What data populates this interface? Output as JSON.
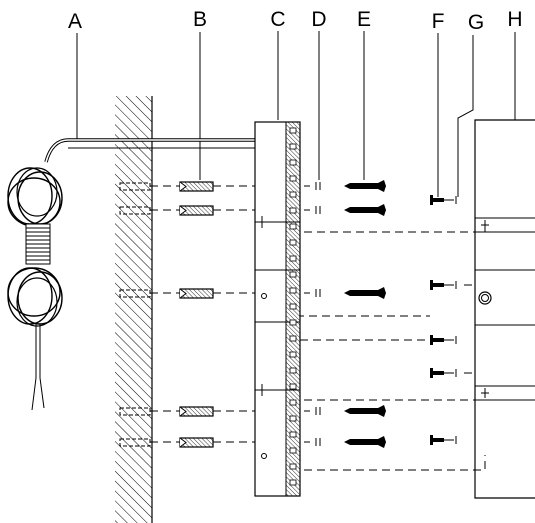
{
  "labels": {
    "a": "A",
    "b": "B",
    "c": "C",
    "d": "D",
    "e": "E",
    "f": "F",
    "g": "G",
    "h": "H"
  }
}
